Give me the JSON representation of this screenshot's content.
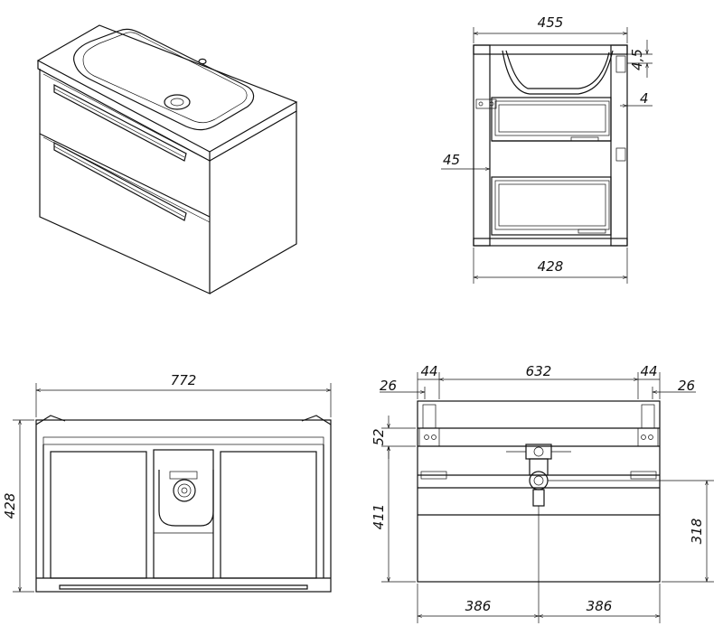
{
  "dimensions": {
    "side_top_width": "455",
    "side_top_gap": "4,5",
    "side_shelf_thickness": "4",
    "side_inset": "45",
    "side_bottom_depth": "428",
    "front_width": "772",
    "front_height": "428",
    "rear_edge_left": "26",
    "rear_bracket_left": "44",
    "rear_span": "632",
    "rear_bracket_right": "44",
    "rear_edge_right": "26",
    "rear_bracket_height": "52",
    "rear_height": "411",
    "rear_drain_height": "318",
    "rear_half_left": "386",
    "rear_half_right": "386"
  }
}
